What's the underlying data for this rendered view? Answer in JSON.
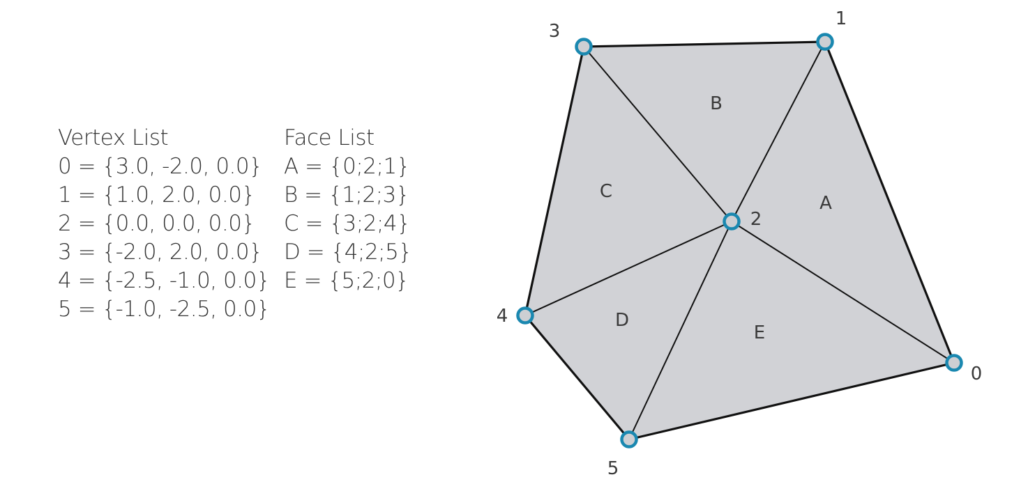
{
  "vertex_list": {
    "title": "Vertex List",
    "entries": [
      "0 = {3.0, -2.0, 0.0}",
      "1 = {1.0, 2.0, 0.0}",
      "2 = {0.0, 0.0, 0.0}",
      "3 = {-2.0, 2.0, 0.0}",
      "4 = {-2.5, -1.0, 0.0}",
      "5 = {-1.0, -2.5, 0.0}"
    ]
  },
  "face_list": {
    "title": "Face List",
    "entries": [
      "A = {0;2;1}",
      "B = {1;2;3}",
      "C = {3;2;4}",
      "D = {4;2;5}",
      "E = {5;2;0}"
    ]
  },
  "mesh": {
    "vertices": [
      {
        "id": "0",
        "label": "0"
      },
      {
        "id": "1",
        "label": "1"
      },
      {
        "id": "2",
        "label": "2"
      },
      {
        "id": "3",
        "label": "3"
      },
      {
        "id": "4",
        "label": "4"
      },
      {
        "id": "5",
        "label": "5"
      }
    ],
    "faces": [
      {
        "label": "A",
        "vertices": [
          "0",
          "2",
          "1"
        ]
      },
      {
        "label": "B",
        "vertices": [
          "1",
          "2",
          "3"
        ]
      },
      {
        "label": "C",
        "vertices": [
          "3",
          "2",
          "4"
        ]
      },
      {
        "label": "D",
        "vertices": [
          "4",
          "2",
          "5"
        ]
      },
      {
        "label": "E",
        "vertices": [
          "5",
          "2",
          "0"
        ]
      }
    ],
    "boundary": [
      "0",
      "1",
      "3",
      "4",
      "5"
    ],
    "colors": {
      "face_fill": "#d1d2d6",
      "edge": "#111111",
      "vertex_fill": "#cdcfd3",
      "vertex_ring": "#1a88b0"
    }
  }
}
